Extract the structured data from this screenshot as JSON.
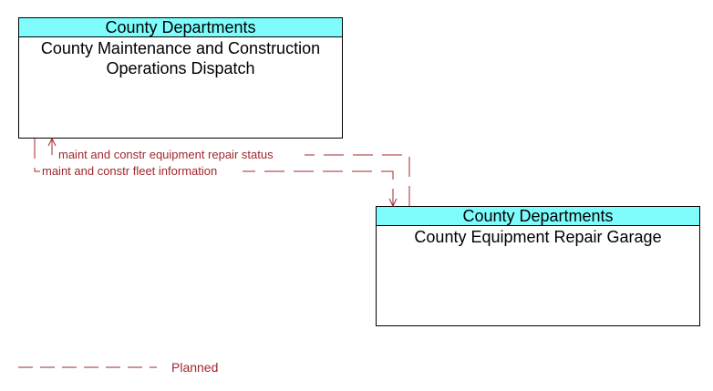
{
  "colors": {
    "header_fill": "#7ffdfd",
    "flow_planned": "#a0282d",
    "border": "#000000"
  },
  "nodes": {
    "dispatch": {
      "category": "County Departments",
      "title": "County Maintenance and Construction\nOperations Dispatch"
    },
    "garage": {
      "category": "County Departments",
      "title": "County Equipment Repair Garage"
    }
  },
  "flows": {
    "repair_status": {
      "label": "maint and constr equipment repair status",
      "status": "Planned"
    },
    "fleet_info": {
      "label": "maint and constr fleet information",
      "status": "Planned"
    }
  },
  "legend": {
    "planned_label": "Planned"
  }
}
